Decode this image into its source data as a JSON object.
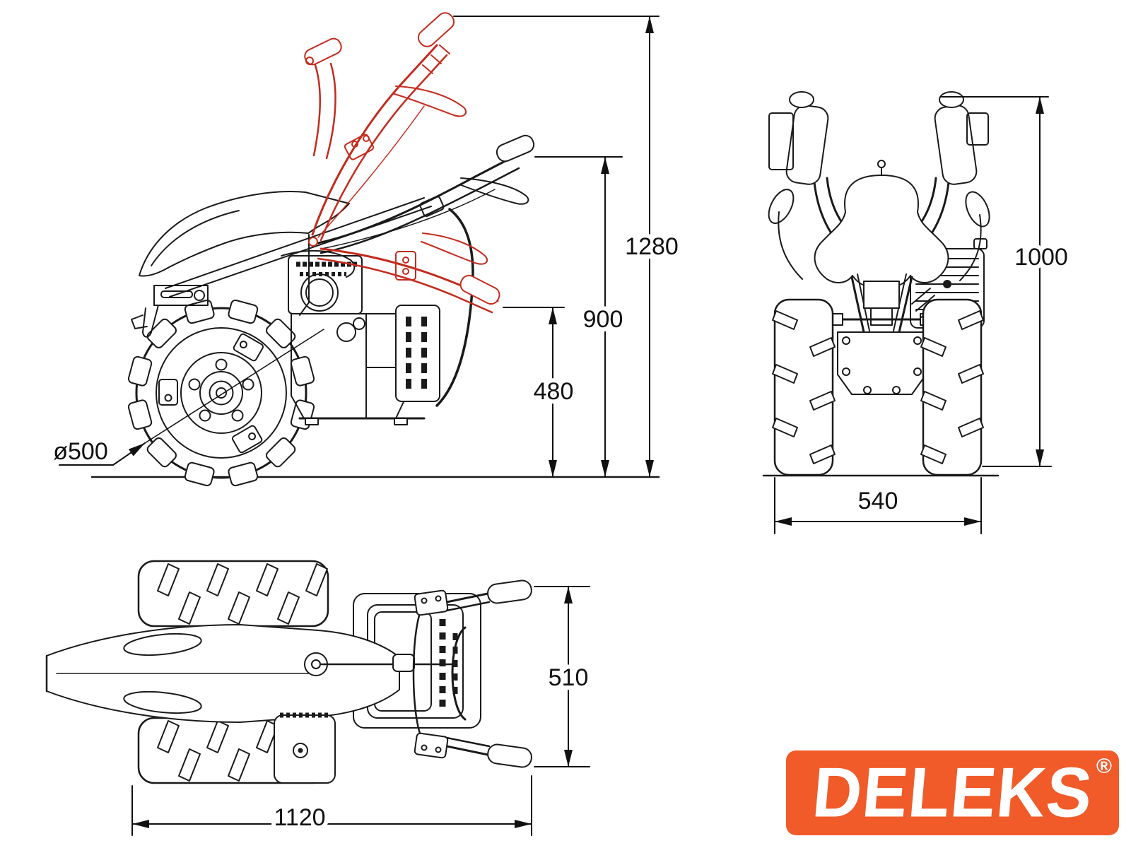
{
  "colors": {
    "drawing_line": "#1a1a1a",
    "highlight_red": "#c32b1e",
    "dimension_text": "#111111",
    "logo_background": "#f15a29",
    "logo_text": "#ffffff",
    "page_background": "#ffffff"
  },
  "side_view": {
    "dim_total_height": "1280",
    "dim_handlebar_height": "900",
    "dim_handlebar_low_height": "480",
    "dim_wheel_diameter": "ø500"
  },
  "rear_view": {
    "dim_total_height": "1000",
    "dim_track_width": "540"
  },
  "top_view": {
    "dim_handlebar_width": "510",
    "dim_total_length": "1120"
  },
  "logo": {
    "brand": "DELEKS",
    "registered_mark": "®"
  }
}
